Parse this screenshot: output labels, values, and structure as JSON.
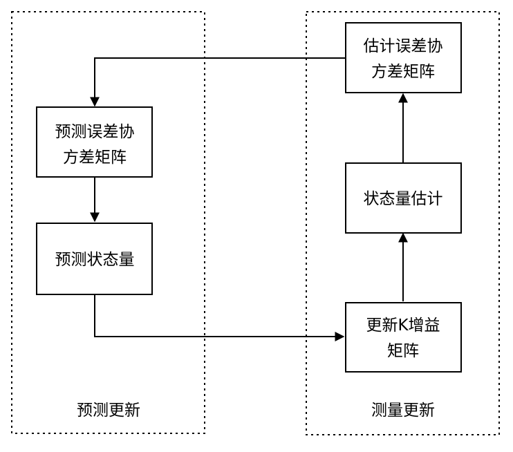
{
  "groups": {
    "predict": {
      "label": "预测更新"
    },
    "measure": {
      "label": "测量更新"
    }
  },
  "nodes": {
    "predict_cov": {
      "lines": [
        "预测误差协",
        "方差矩阵"
      ]
    },
    "predict_state": {
      "lines": [
        "预测状态量"
      ]
    },
    "gain": {
      "lines": [
        "更新K增益",
        "矩阵"
      ]
    },
    "state_est": {
      "lines": [
        "状态量估计"
      ]
    },
    "est_cov": {
      "lines": [
        "估计误差协",
        "方差矩阵"
      ]
    }
  },
  "edges": [
    {
      "from": "est_cov",
      "to": "predict_cov"
    },
    {
      "from": "predict_cov",
      "to": "predict_state"
    },
    {
      "from": "predict_state",
      "to": "gain"
    },
    {
      "from": "gain",
      "to": "state_est"
    },
    {
      "from": "state_est",
      "to": "est_cov"
    }
  ],
  "colors": {
    "stroke": "#000000",
    "fill": "#ffffff"
  }
}
